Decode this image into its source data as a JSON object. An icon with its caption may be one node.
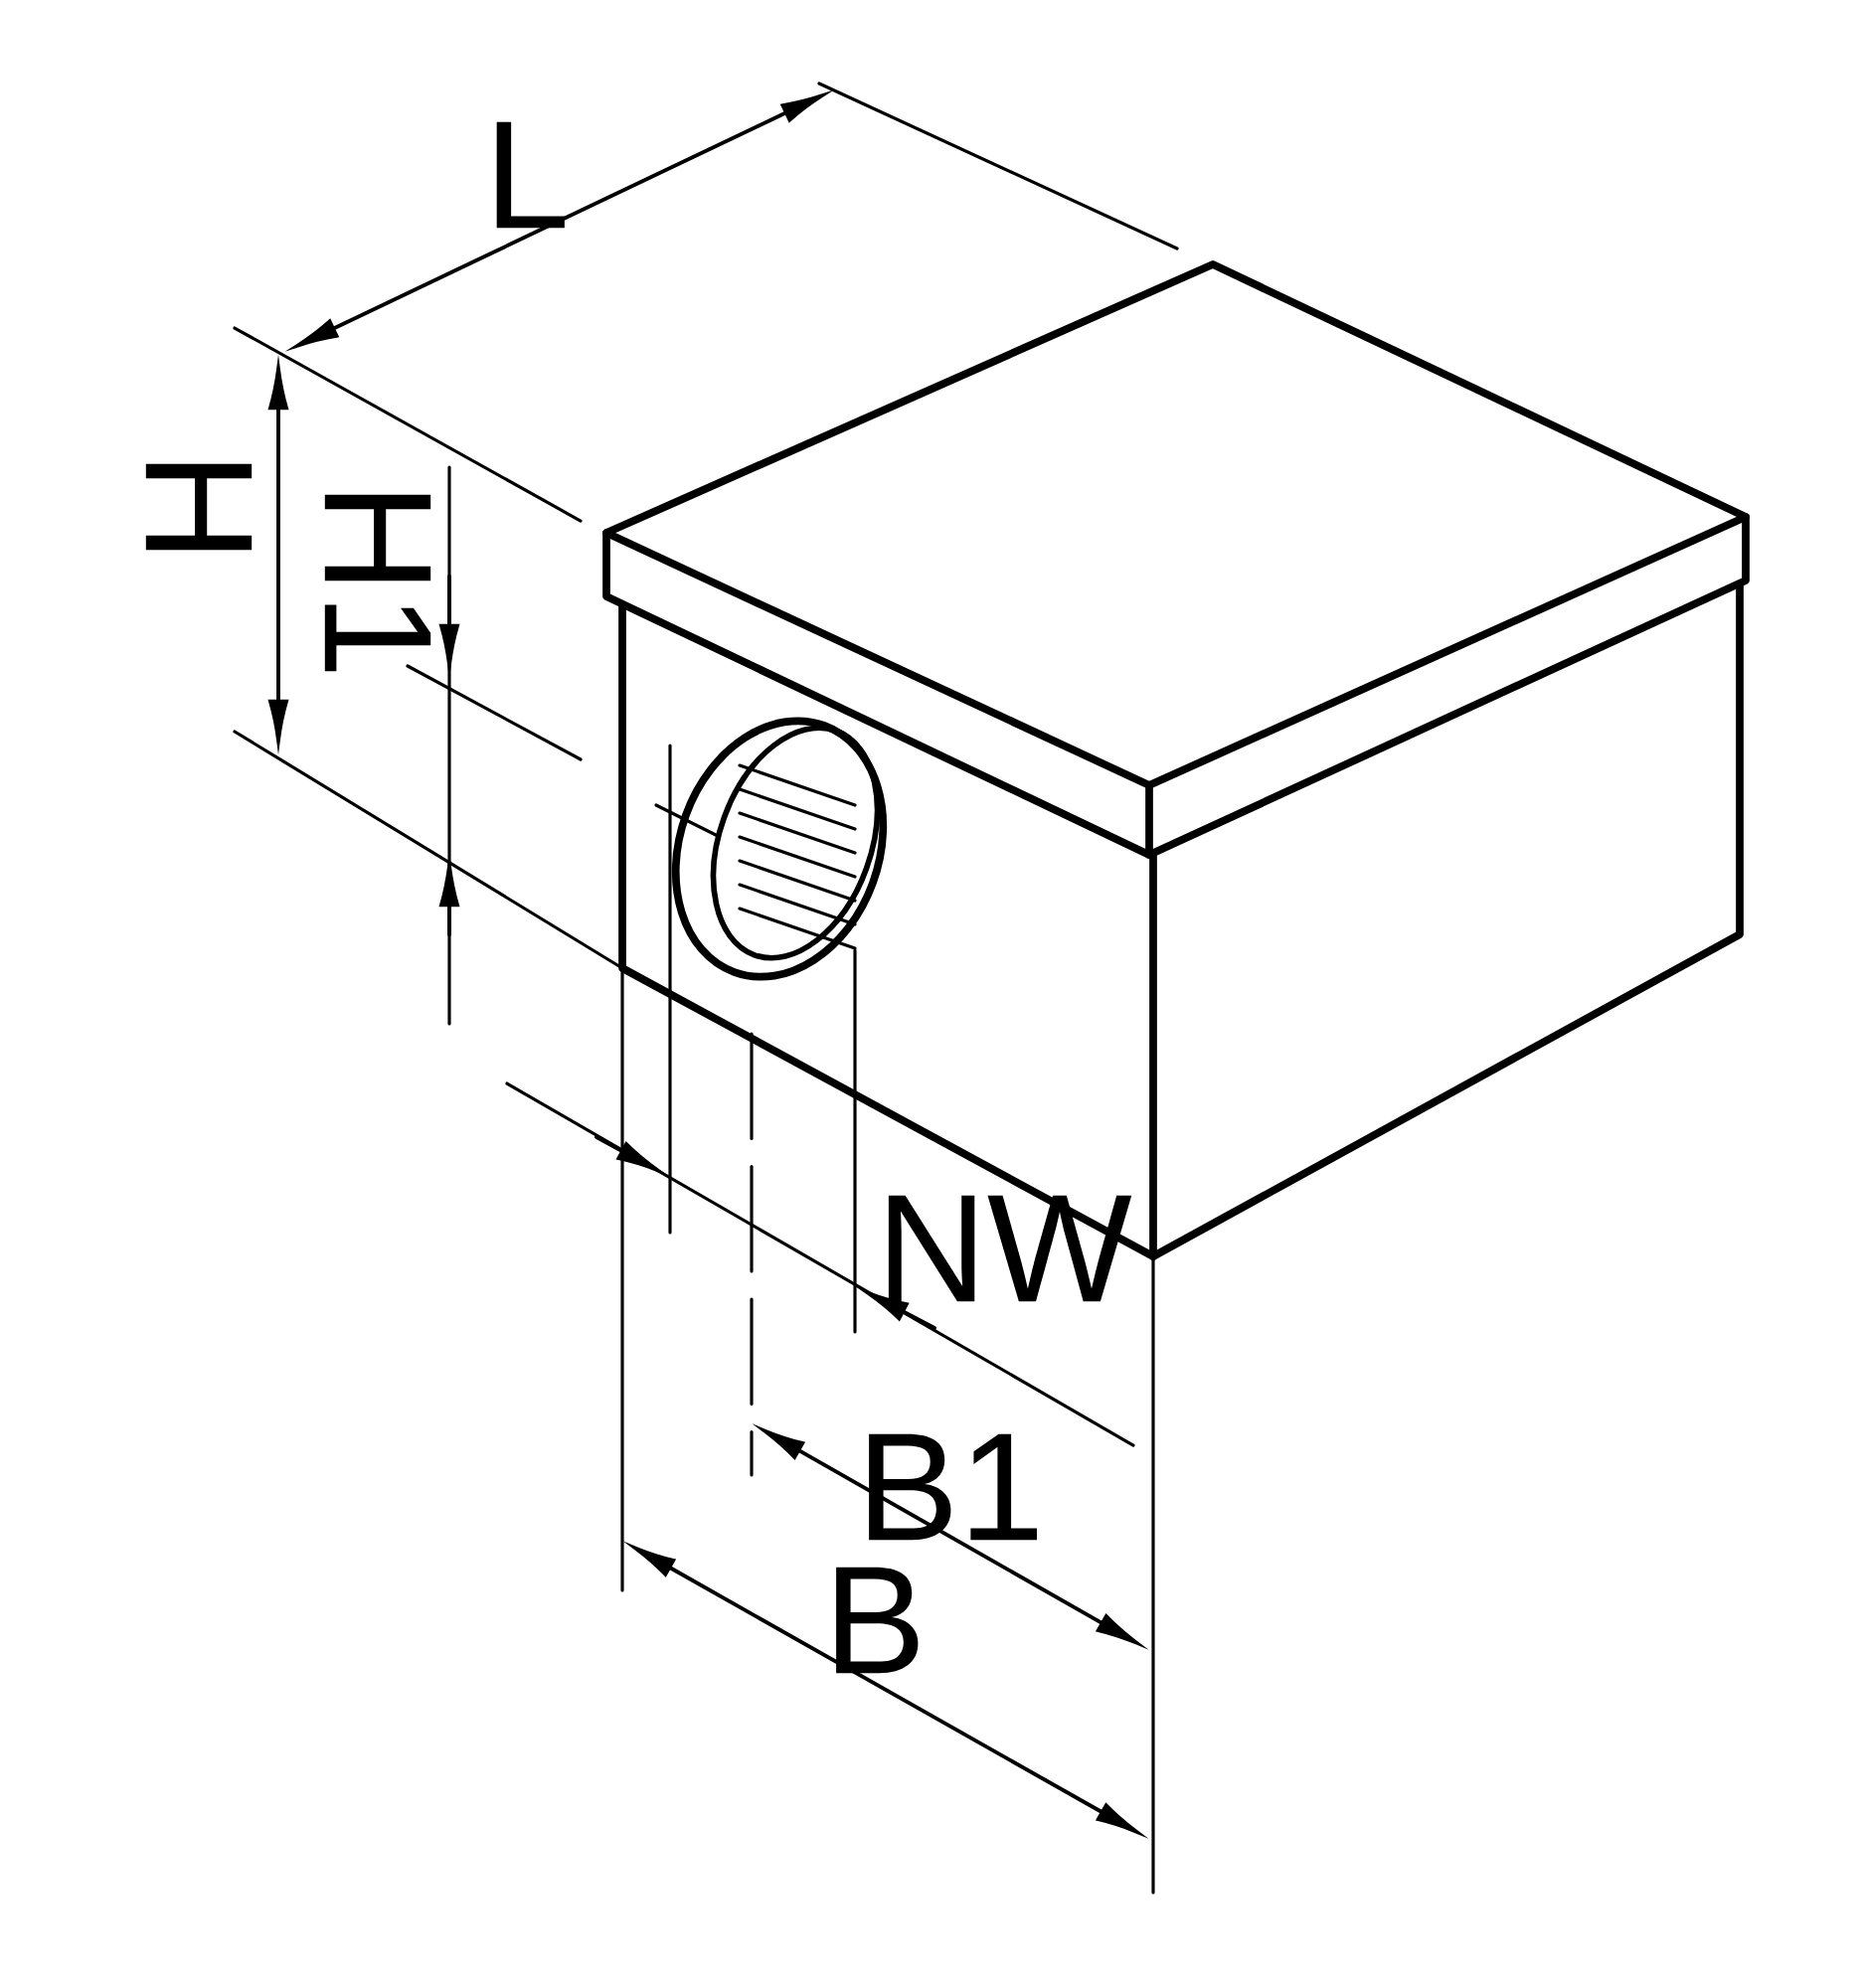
{
  "diagram": {
    "labels": [
      "L",
      "H",
      "H1",
      "NW",
      "B1",
      "B"
    ]
  }
}
